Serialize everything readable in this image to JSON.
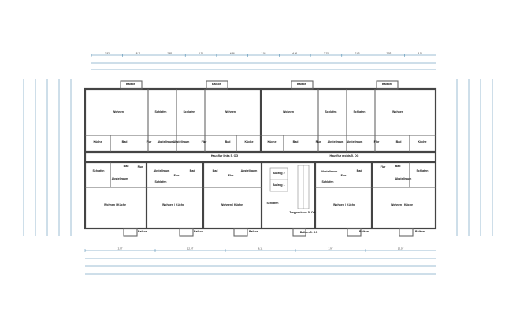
{
  "plan": {
    "rooms": [
      "Balkon",
      "Wohnen",
      "Schlafen",
      "Schlafen",
      "Wohnen",
      "Balkon",
      "Küche",
      "Bad",
      "Flur",
      "Abstellraum",
      "Abstellraum",
      "Flur",
      "Bad",
      "Küche",
      "Balkon",
      "Wohnen",
      "Schlafen",
      "Schlafen",
      "Wohnen",
      "Balkon",
      "Küche",
      "Bad",
      "Flur",
      "Abstellraum",
      "Abstellraum",
      "Flur",
      "Bad",
      "Küche",
      "Hausflur links 5. OG",
      "Hausflur rechts 5. OG",
      "Bad",
      "Flur",
      "Schlafen",
      "Abstellraum",
      "Abstellraum",
      "Flur",
      "Bad",
      "Schlafen",
      "Bad",
      "Flur",
      "Abstellraum",
      "Aufzug 2",
      "Aufzug 1",
      "Schlafen",
      "Treppenhaus 5. OG",
      "Balkon 5. OG",
      "Abstellraum",
      "Flur",
      "Bad",
      "Schlafen",
      "Flur",
      "Bad",
      "Abstellraum",
      "Schlafen",
      "Wohnen / Küche",
      "Wohnen / Küche",
      "Wohnen / Küche",
      "Wohnen / Küche",
      "Wohnen / Küche",
      "Balkon",
      "Balkon",
      "Balkon",
      "Balkon",
      "Balkon"
    ],
    "dimensions_top": [
      "2,93",
      "8,11",
      "2,65",
      "3,25",
      "4,86",
      "2,93",
      "4,86",
      "3,25",
      "2,65",
      "2,93",
      "8,11"
    ],
    "dimensions_bottom": [
      "2,97",
      "12,07",
      "6,11",
      "2,97",
      "12,07"
    ]
  }
}
